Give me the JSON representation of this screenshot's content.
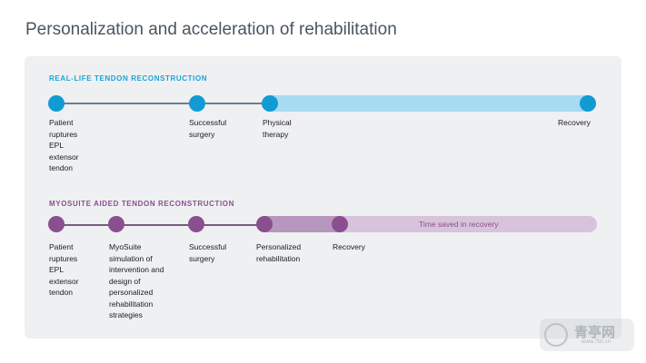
{
  "title": "Personalization and acceleration of rehabilitation",
  "timeline_real": {
    "heading": "REAL-LIFE TENDON RECONSTRUCTION",
    "milestones": [
      {
        "label": "Patient\nruptures\nEPL\nextensor\ntendon"
      },
      {
        "label": "Successful\nsurgery"
      },
      {
        "label": "Physical\ntherapy"
      },
      {
        "label": "Recovery"
      }
    ]
  },
  "timeline_myosuite": {
    "heading": "MYOSUITE AIDED TENDON RECONSTRUCTION",
    "milestones": [
      {
        "label": "Patient\nruptures\nEPL\nextensor\ntendon"
      },
      {
        "label": "MyoSuite\nsimulation of\nintervention and\ndesign of\npersonalized\nrehabilitation\nstrategies"
      },
      {
        "label": "Successful\nsurgery"
      },
      {
        "label": "Personalized\nrehabilitation"
      },
      {
        "label": "Recovery"
      }
    ],
    "time_saved_label": "Time saved in recovery"
  },
  "watermark": {
    "text": "青亭网",
    "sub": "www.7tin.cn"
  },
  "colors": {
    "blue": "#119bd3",
    "light_blue": "#a7dbf1",
    "purple": "#8a4f8f",
    "lilac": "#d7c3dc"
  }
}
